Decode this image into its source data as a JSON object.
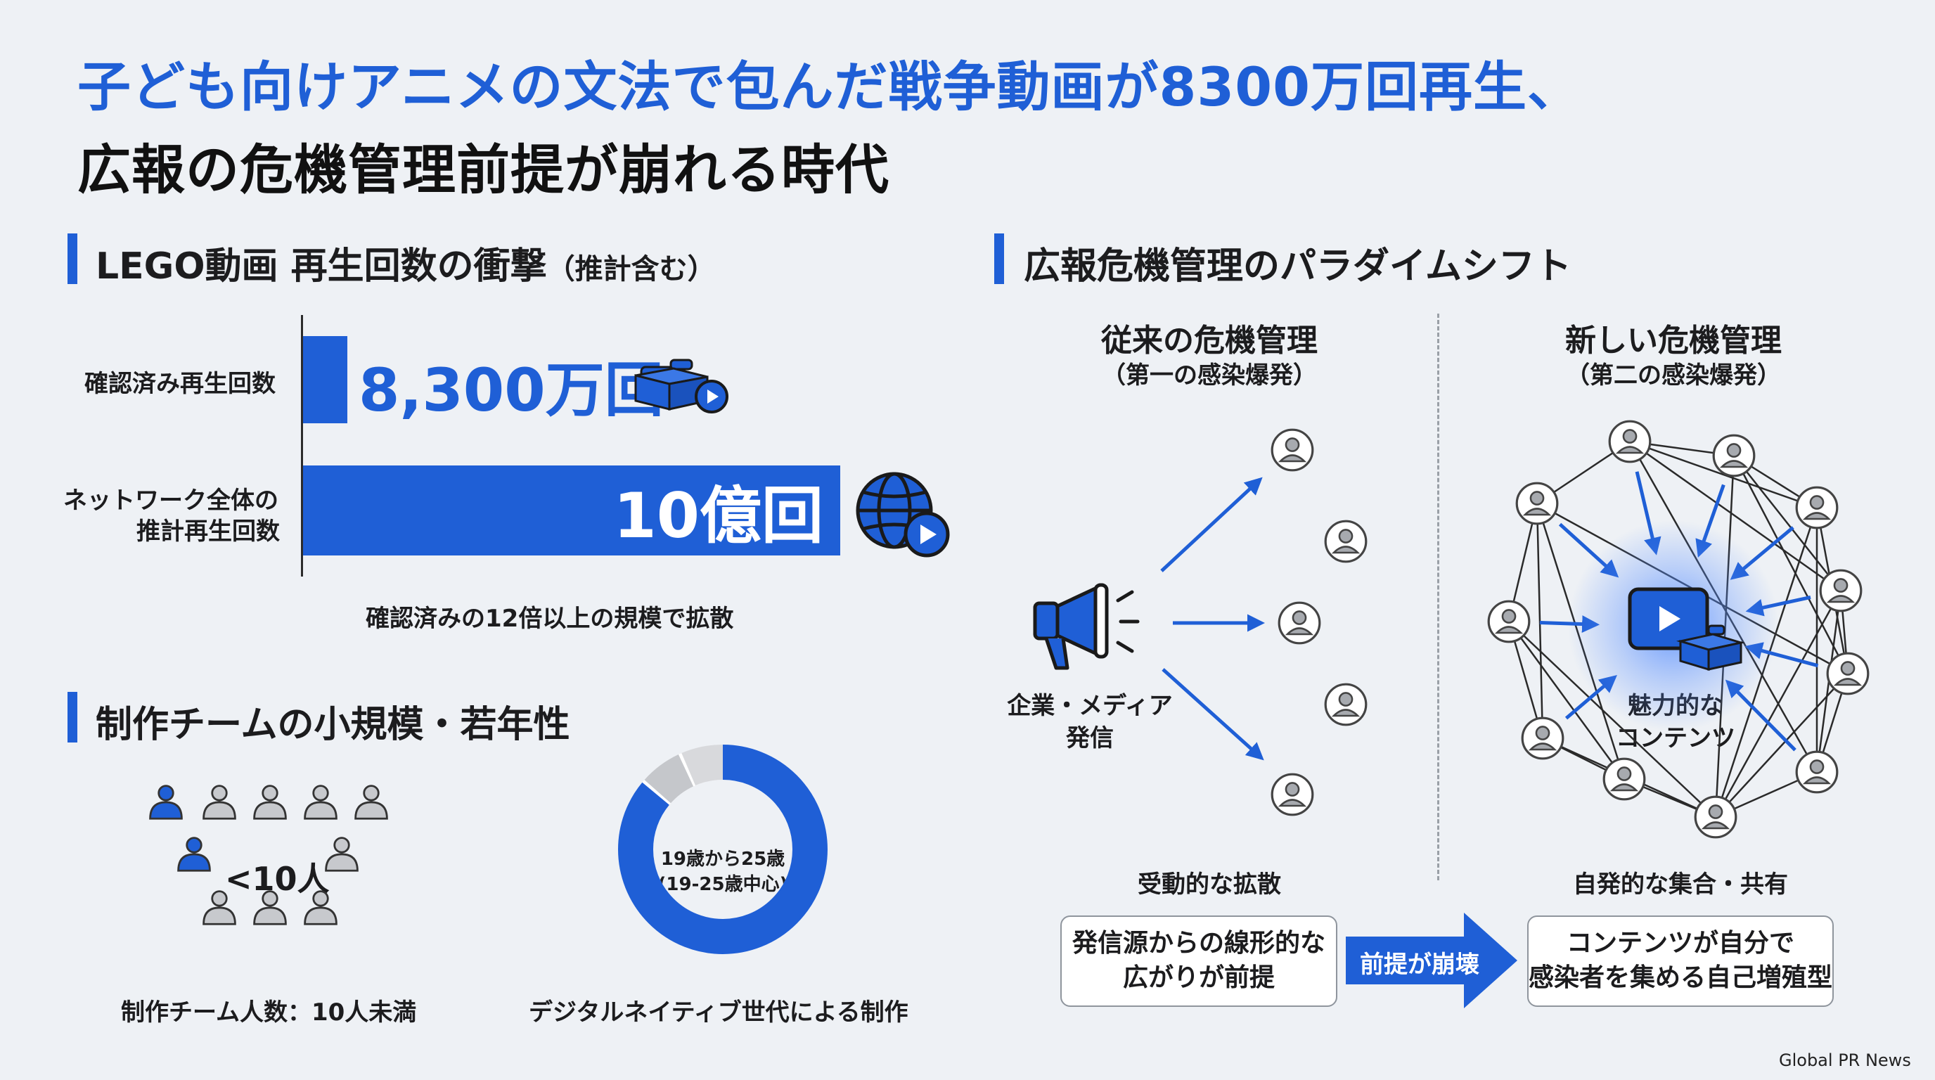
{
  "title": {
    "line1": "子ども向けアニメの文法で包んだ戦争動画が8300万回再生、",
    "line2": "広報の危機管理前提が崩れる時代"
  },
  "colors": {
    "accent": "#1f5fd6",
    "bg": "#eef1f5",
    "text": "#1c1c1e",
    "muted": "#c7c9cd"
  },
  "views": {
    "section_title": "LEGO動画 再生回数の衝撃",
    "section_note": "（推計含む）",
    "bars": [
      {
        "label_lines": [
          "確認済み再生回数"
        ],
        "value_label": "8,300万回",
        "value": 83000000,
        "icon": "lego-brick-play-icon"
      },
      {
        "label_lines": [
          "ネットワーク全体の",
          "推計再生回数"
        ],
        "value_label": "10億回",
        "value": 1000000000,
        "icon": "globe-play-icon"
      }
    ],
    "caption": "確認済みの12倍以上の規模で拡散"
  },
  "team": {
    "section_title": "制作チームの小規模・若年性",
    "count_label": "<10人",
    "caption_left": "制作チーム人数：10人未満",
    "donut_center_lines": [
      "19歳から25歳",
      "(19-25歳中心)"
    ],
    "donut_share": 0.86,
    "caption_right": "デジタルネイティブ世代による制作",
    "person_icon": "person-icon"
  },
  "paradigm": {
    "section_title": "広報危機管理のパラダイムシフト",
    "old": {
      "title": "従来の危機管理",
      "subtitle": "（第一の感染爆発）",
      "source_lines": [
        "企業・メディア",
        "発信"
      ],
      "caption": "受動的な拡散",
      "box_lines": [
        "発信源からの線形的な",
        "広がりが前提"
      ],
      "icon": "megaphone-icon"
    },
    "arrow_label": "前提が崩壊",
    "new": {
      "title": "新しい危機管理",
      "subtitle": "（第二の感染爆発）",
      "center_lines": [
        "魅力的な",
        "コンテンツ"
      ],
      "caption": "自発的な集合・共有",
      "box_lines": [
        "コンテンツが自分で",
        "感染者を集める自己増殖型"
      ],
      "icon": "video-lego-icon"
    }
  },
  "brand": "Global PR News"
}
